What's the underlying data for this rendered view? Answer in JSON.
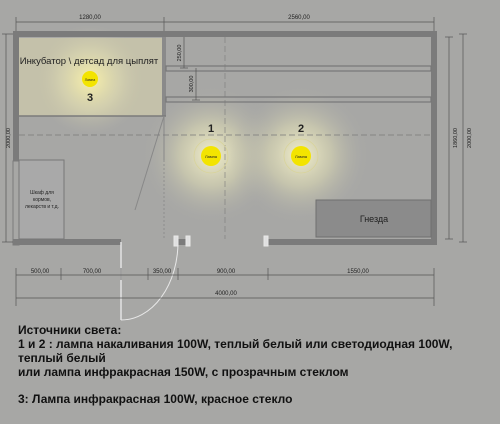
{
  "dimensions": {
    "top_left": "1280,00",
    "top_right": "2560,00",
    "v_250": "250,00",
    "v_300": "300,00",
    "left_height": "2000,00",
    "right_inner": "1860,00",
    "right_outer": "2000,00",
    "bottom_500": "500,00",
    "bottom_700": "700,00",
    "bottom_350": "350,00",
    "bottom_900": "900,00",
    "bottom_1550": "1550,00",
    "total_width": "4000,00"
  },
  "rooms": {
    "incubator": "Инкубатор \\ детсад для цыплят",
    "feed_cabinet_lines": [
      "Шкаф для",
      "кормов,",
      "лекарств и т.д."
    ],
    "nests": "Гнезда"
  },
  "lamps": [
    {
      "number": "1",
      "label": "Лампа",
      "kind": "white"
    },
    {
      "number": "2",
      "label": "Лампа",
      "kind": "white"
    },
    {
      "number": "3",
      "label": "Лампа",
      "kind": "infrared"
    }
  ],
  "legend": {
    "title": "Источники света:",
    "line1": "1 и 2 : лампа накаливания 100W, теплый белый или светодиодная 100W, теплый белый",
    "line2": "или лампа инфракрасная 150W, с прозрачным стеклом",
    "line3": "3: Лампа инфракрасная 100W, красное стекло"
  },
  "colors": {
    "background": "#a7a7a5",
    "wall": "#7b7b7b",
    "lamp": "#f3e400",
    "incubator_fill": "#c4c1aa",
    "nests_fill": "#8b8b8b"
  }
}
